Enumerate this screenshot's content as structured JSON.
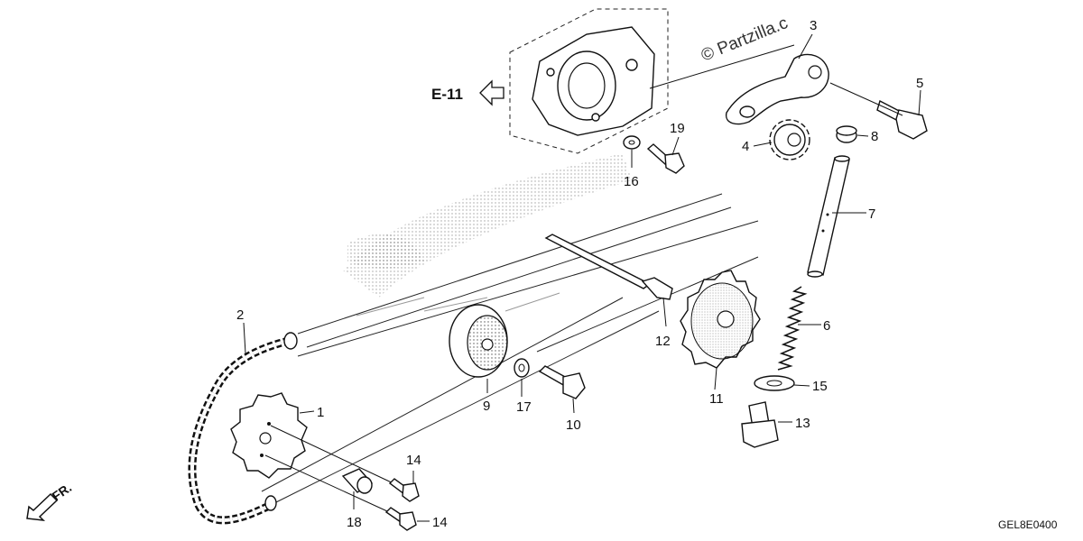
{
  "watermark": "© Partzilla.c",
  "reference": "E-11",
  "front_marker": "FR.",
  "diagram_code": "GEL8E0400",
  "callouts": {
    "p1": "1",
    "p2": "2",
    "p3": "3",
    "p4": "4",
    "p5": "5",
    "p6": "6",
    "p7": "7",
    "p8": "8",
    "p9": "9",
    "p10": "10",
    "p11": "11",
    "p12": "12",
    "p13": "13",
    "p14a": "14",
    "p14b": "14",
    "p15": "15",
    "p16": "16",
    "p17": "17",
    "p18": "18",
    "p19": "19"
  },
  "colors": {
    "ink": "#111111",
    "background": "#ffffff",
    "watermark": "#333333"
  }
}
